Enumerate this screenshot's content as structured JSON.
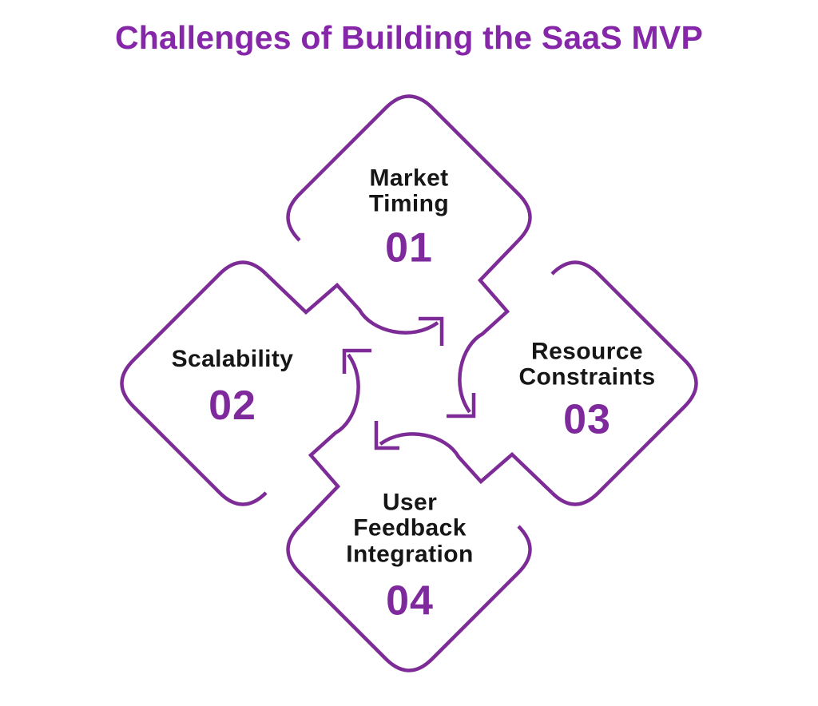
{
  "title": {
    "text": "Challenges of Building the SaaS MVP"
  },
  "colors": {
    "background": "#FFFFFF",
    "title": "#8626A8",
    "outline": "#7D2B96",
    "number": "#7E2A9C",
    "label": "#161616"
  },
  "diagram": {
    "type": "cycle",
    "direction": "clockwise",
    "items": [
      {
        "position": "top",
        "number": "01",
        "label": "Market Timing"
      },
      {
        "position": "left",
        "number": "02",
        "label": "Scalability"
      },
      {
        "position": "right",
        "number": "03",
        "label": "Resource Constraints"
      },
      {
        "position": "bottom",
        "number": "04",
        "label": "User Feedback Integration"
      }
    ]
  }
}
